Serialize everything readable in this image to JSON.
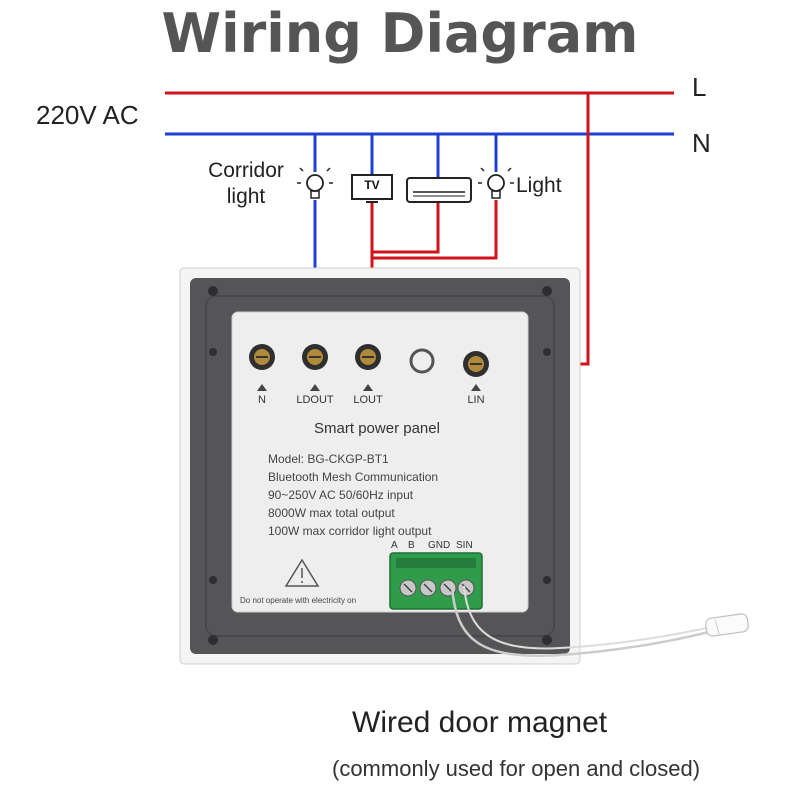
{
  "title": "Wiring Diagram",
  "supply": {
    "label": "220V AC",
    "live": "L",
    "neutral": "N"
  },
  "loads": {
    "corridor_light": "Corridor\nlight",
    "tv": "TV",
    "light": "Light"
  },
  "terminals": [
    "N",
    "LDOUT",
    "LOUT",
    "LIN"
  ],
  "panel": {
    "title": "Smart power panel",
    "specs": [
      "Model: BG-CKGP-BT1",
      "Bluetooth Mesh Communication",
      "90~250V AC 50/60Hz input",
      "8000W max total output",
      "100W max corridor light output"
    ],
    "connector_labels": [
      "A",
      "B",
      "GND",
      "SIN"
    ],
    "warning": "Do not operate with electricity on"
  },
  "accessory": {
    "name": "Wired door magnet",
    "note": "(commonly used for open and closed)"
  },
  "colors": {
    "live_wire": "#d0121b",
    "neutral_wire": "#1f3fd1",
    "frame": "#555558",
    "panel": "#eeeeee",
    "connector": "#2e9c4a",
    "title": "#555555"
  }
}
